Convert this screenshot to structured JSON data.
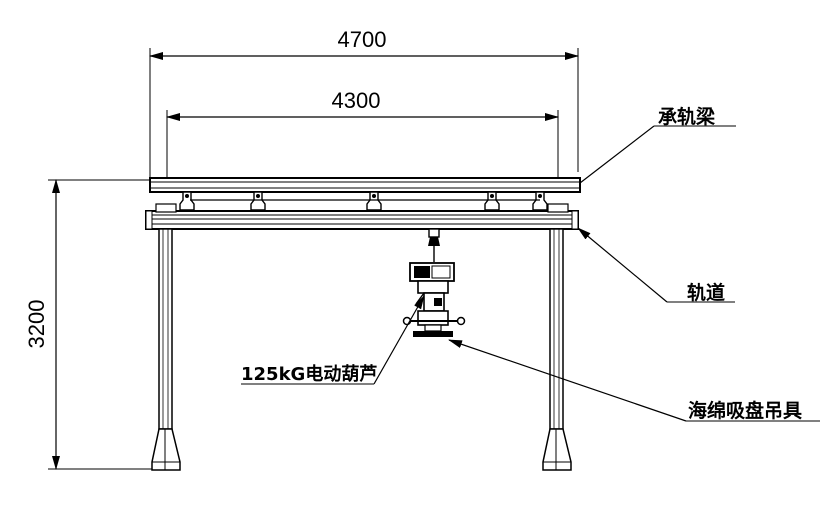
{
  "dimensions": {
    "overall_width": "4700",
    "rail_width": "4300",
    "height": "3200"
  },
  "callouts": {
    "support_beam": "承轨梁",
    "track": "轨道",
    "hoist": "125kG电动葫芦",
    "lifter": "海绵吸盘吊具"
  }
}
